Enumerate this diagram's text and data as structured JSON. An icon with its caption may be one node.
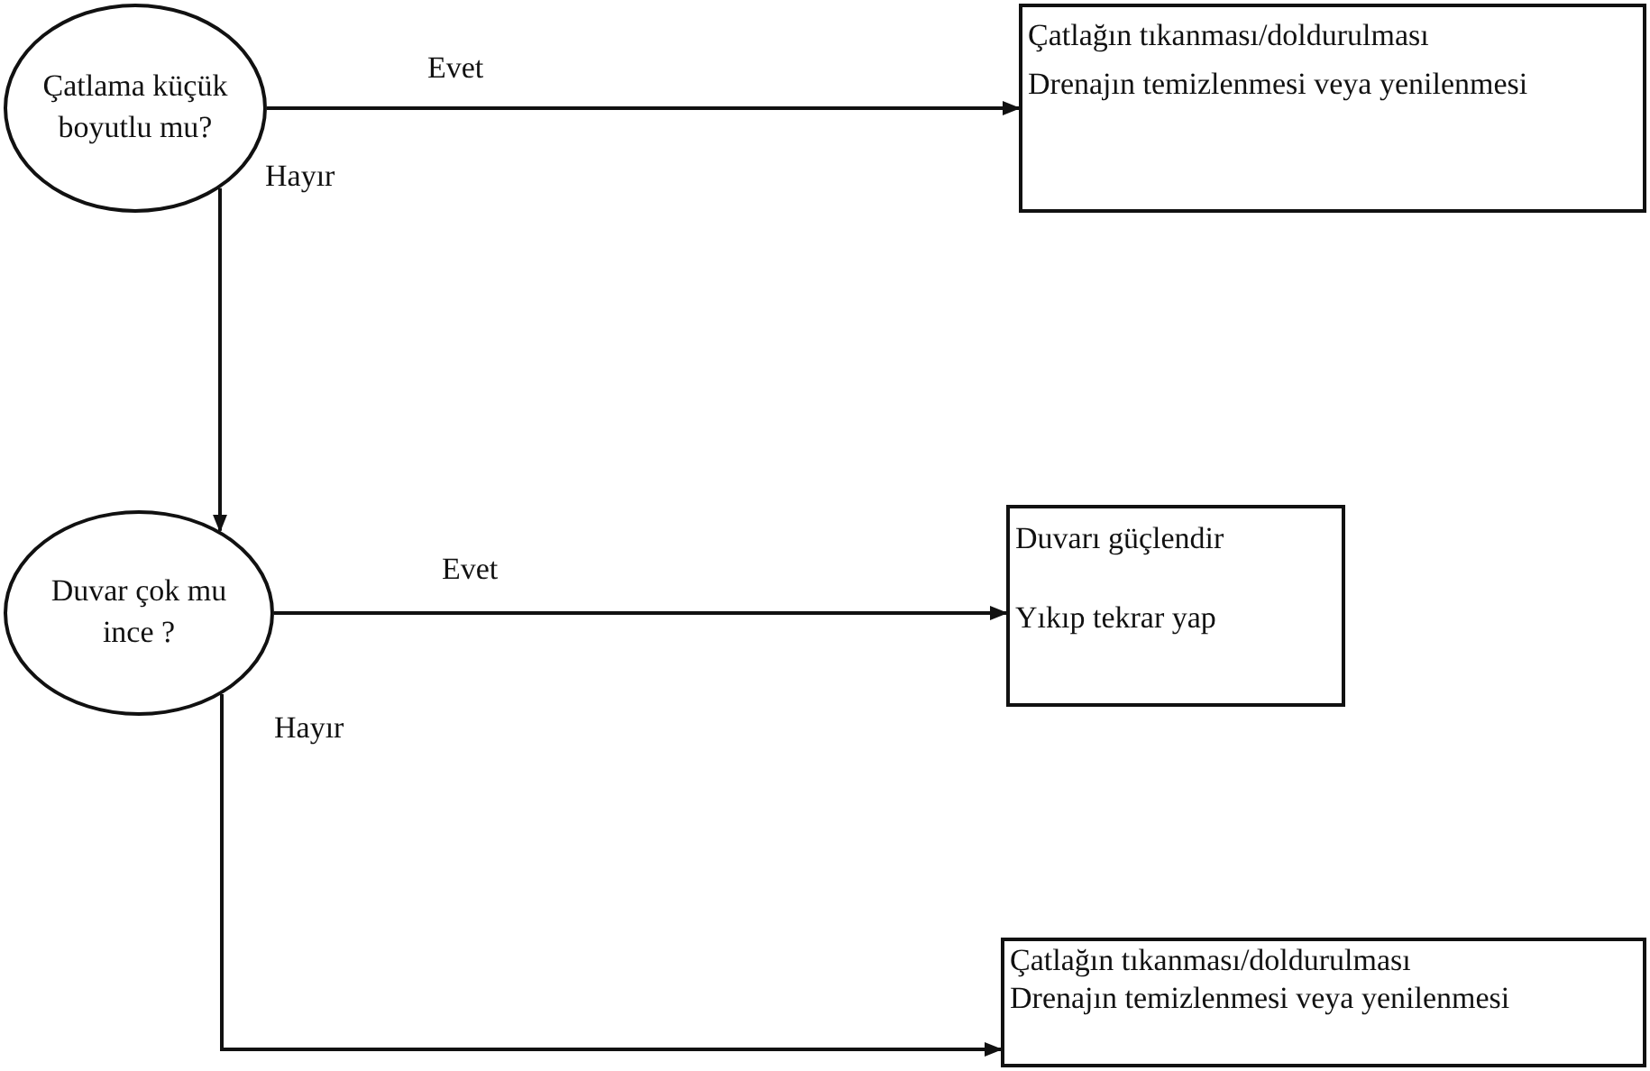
{
  "diagram": {
    "nodes": [
      {
        "text": [
          "Çatlama küçük boyutlu mu?"
        ]
      },
      {
        "text": [
          "Çatlağın tıkanması/doldurulması",
          "Drenajın temizlenmesi veya yenilenmesi"
        ]
      },
      {
        "text": [
          "Duvar çok mu ince ?"
        ]
      },
      {
        "text": [
          "Duvarı güçlendir",
          "Yıkıp tekrar yap"
        ]
      },
      {
        "text": [
          "Çatlağın tıkanması/doldurulması",
          "Drenajın temizlenmesi veya yenilenmesi"
        ]
      }
    ],
    "edges": [
      {
        "from": 0,
        "to": 1,
        "arrow": "to",
        "label": "Evet"
      },
      {
        "from": 0,
        "to": 2,
        "arrow": "to",
        "label": "Hayır"
      },
      {
        "from": 2,
        "to": 3,
        "arrow": "to",
        "label": "Evet"
      },
      {
        "from": 2,
        "to": 4,
        "arrow": "to",
        "label": "Hayır"
      }
    ]
  }
}
